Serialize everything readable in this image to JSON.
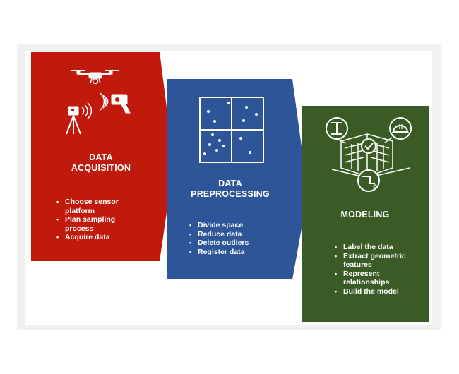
{
  "stages": [
    {
      "title_line1": "DATA",
      "title_line2": "ACQUISITION",
      "bullets": [
        "Choose sensor platform",
        "Plan sampling process",
        "Acquire data"
      ],
      "color": "#c01a0c",
      "icons": [
        "drone-icon",
        "laser-scanner-icon",
        "handheld-scanner-icon"
      ]
    },
    {
      "title_line1": "DATA",
      "title_line2": "PREPROCESSING",
      "bullets": [
        "Divide space",
        "Reduce data",
        "Delete outliers",
        "Register data"
      ],
      "color": "#2e5597",
      "icons": [
        "point-grid-icon"
      ]
    },
    {
      "title_line1": "MODELING",
      "bullets": [
        "Label the data",
        "Extract geometric features",
        "Represent relationships",
        "Build the model"
      ],
      "color": "#3a5a26",
      "icons": [
        "building-model-icon",
        "steel-beam-icon",
        "hard-hat-icon",
        "pipe-icon"
      ]
    }
  ]
}
